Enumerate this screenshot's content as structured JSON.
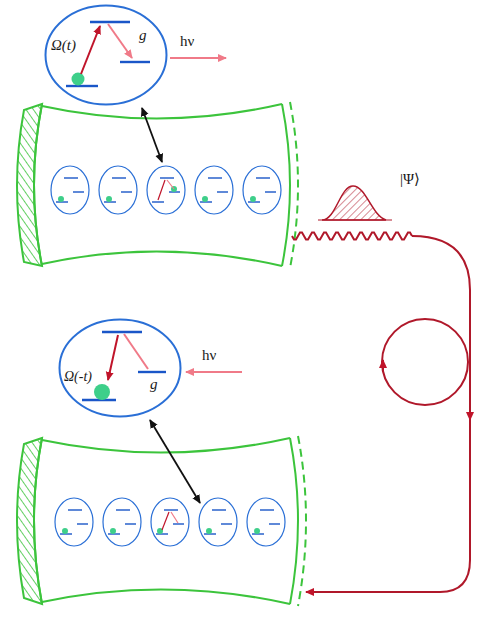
{
  "diagram": {
    "nodes": [
      {
        "text": [
          "Ω(t)",
          "g"
        ]
      },
      {
        "text": [
          "Ω(-t)",
          "g"
        ]
      }
    ],
    "labels": [
      "hν",
      "|Ψ⟩",
      "hν"
    ]
  }
}
